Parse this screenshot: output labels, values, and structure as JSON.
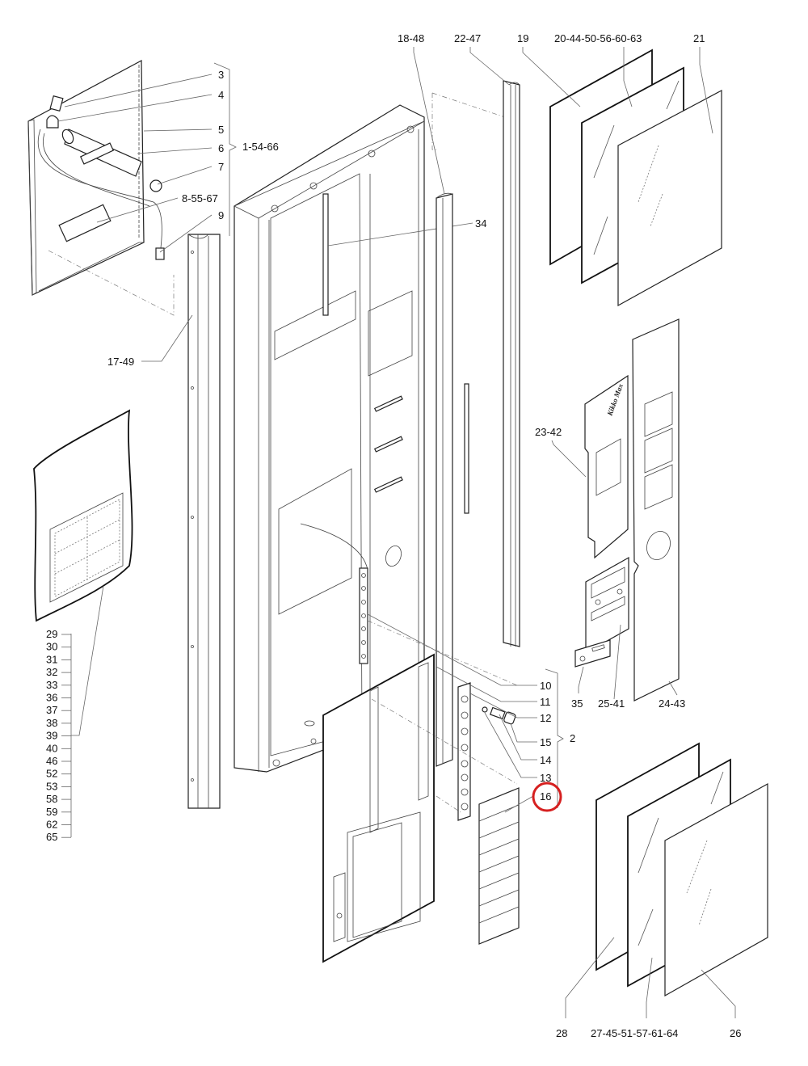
{
  "diagram": {
    "type": "exploded-parts-diagram",
    "subject": "vending machine door assembly",
    "highlight": {
      "label": "16",
      "color": "#d62020"
    },
    "labels": {
      "l_18_48": "18-48",
      "l_22_47": "22-47",
      "l_19": "19",
      "l_20_44": "20-44-50-56-60-63",
      "l_21": "21",
      "l_3": "3",
      "l_4": "4",
      "l_5": "5",
      "l_6": "6",
      "l_7": "7",
      "l_8_55_67": "8-55-67",
      "l_9": "9",
      "l_1_54_66": "1-54-66",
      "l_34": "34",
      "l_17_49": "17-49",
      "l_23_42": "23-42",
      "l_10": "10",
      "l_11": "11",
      "l_12": "12",
      "l_15": "15",
      "l_14": "14",
      "l_13": "13",
      "l_16": "16",
      "l_2": "2",
      "l_35": "35",
      "l_25_41": "25-41",
      "l_24_43": "24-43",
      "l_28": "28",
      "l_27_45": "27-45-51-57-61-64",
      "l_26": "26"
    },
    "bag_group": [
      "29",
      "30",
      "31",
      "32",
      "33",
      "36",
      "37",
      "38",
      "39",
      "40",
      "46",
      "52",
      "53",
      "58",
      "59",
      "62",
      "65"
    ],
    "bag_group_leader": "39",
    "brand_text": "Kikko Max"
  }
}
